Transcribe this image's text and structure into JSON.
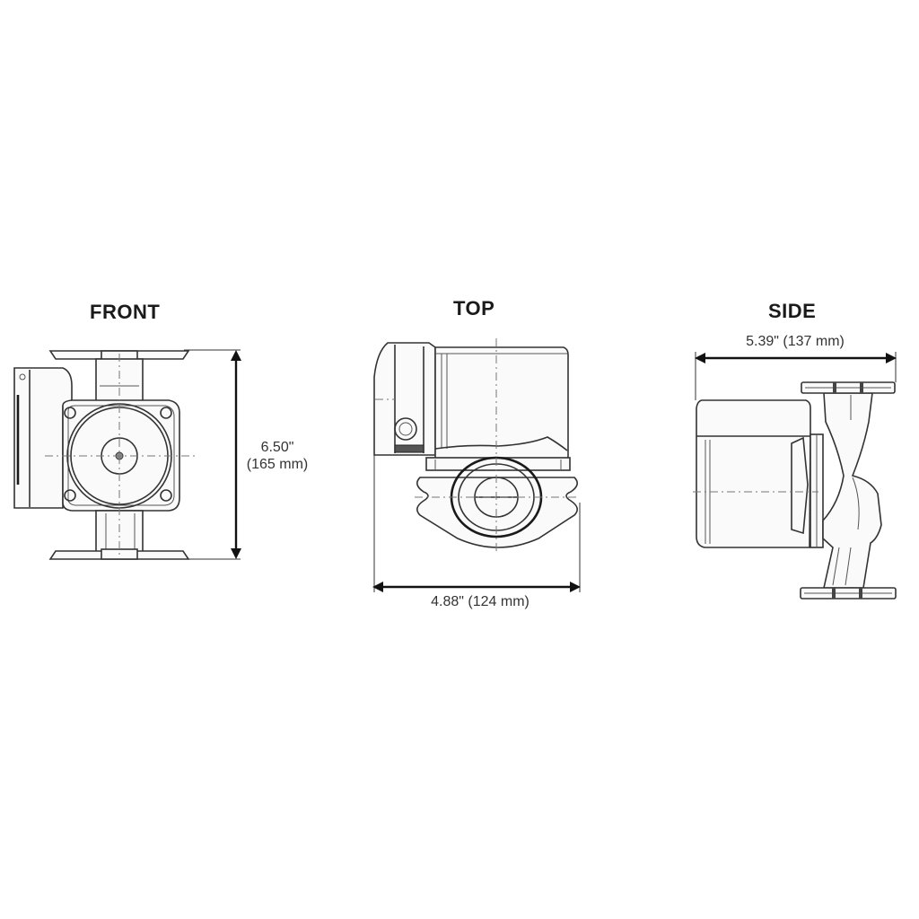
{
  "views": {
    "front": {
      "title": "FRONT",
      "dimension_inches": "6.50\"",
      "dimension_mm": "(165 mm)",
      "dimension_axis": "height"
    },
    "top": {
      "title": "TOP",
      "dimension_label": "4.88\" (124 mm)",
      "dimension_axis": "width"
    },
    "side": {
      "title": "SIDE",
      "dimension_label": "5.39\" (137 mm)",
      "dimension_axis": "depth"
    }
  },
  "colors": {
    "background": "#ffffff",
    "line": "#333333",
    "dimension": "#111111"
  }
}
